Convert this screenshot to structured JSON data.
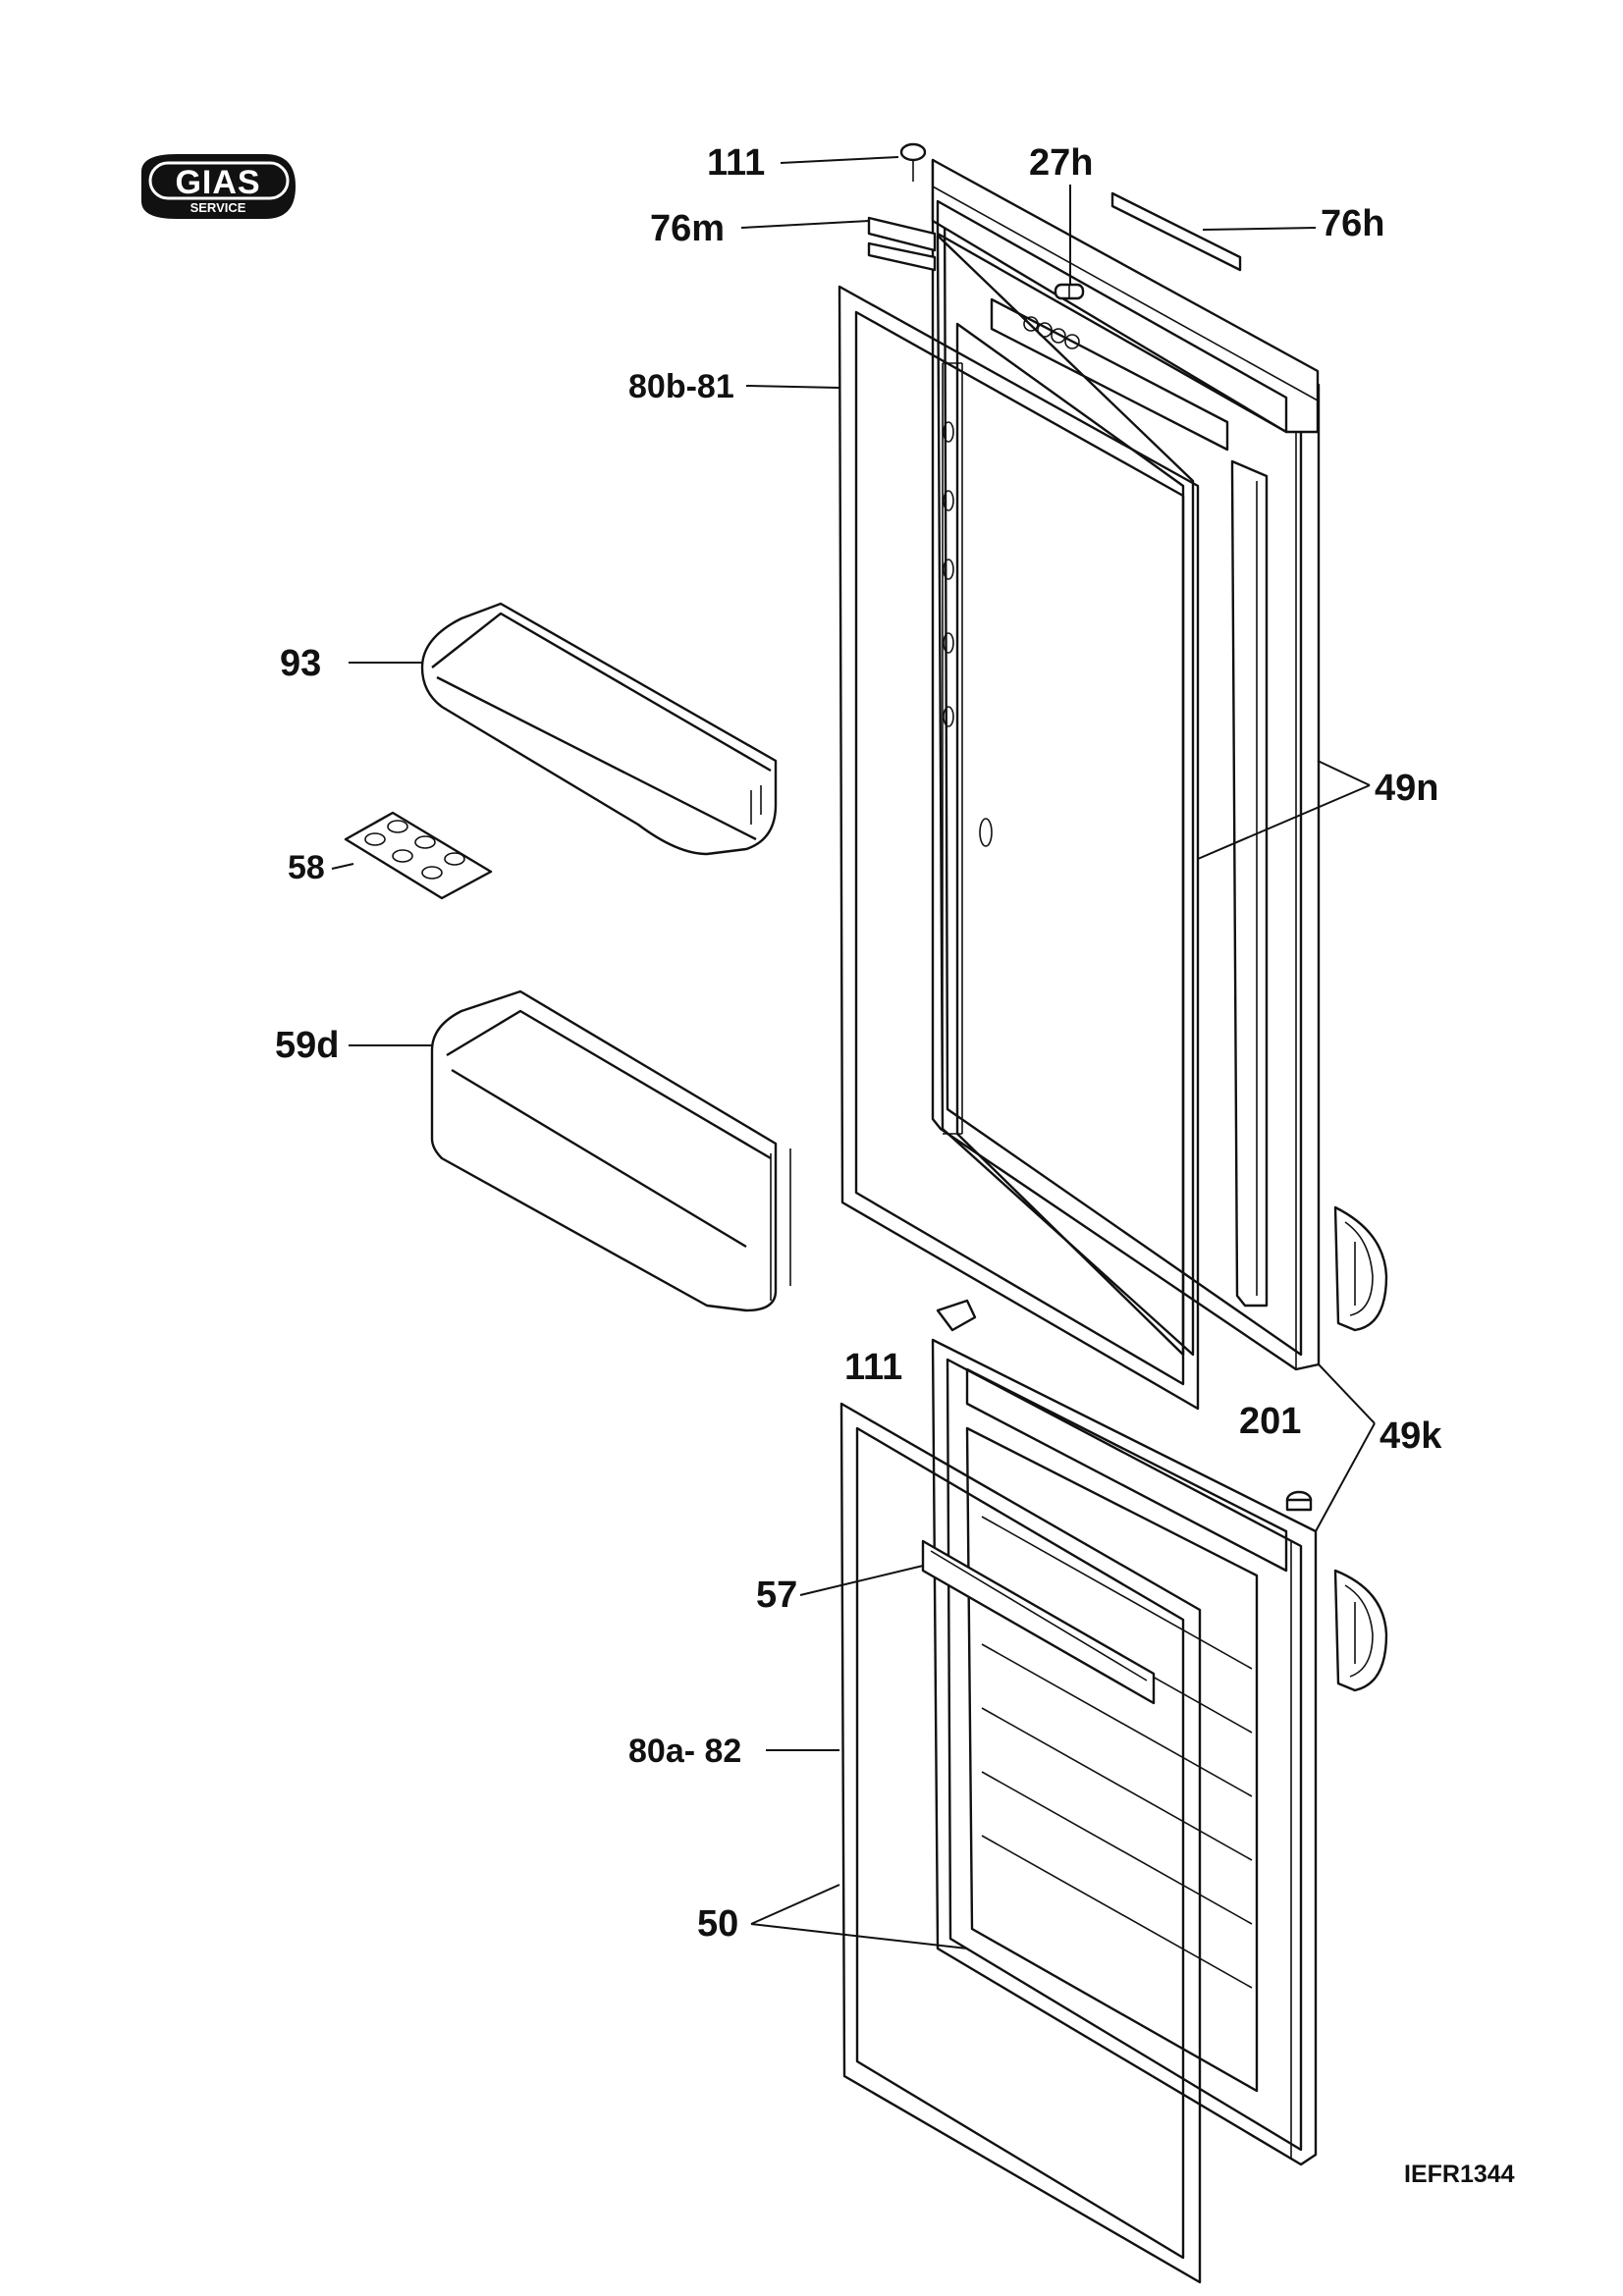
{
  "logo": {
    "brand": "GIAS",
    "tagline": "SERVICE"
  },
  "labels": {
    "p111_top": "111",
    "p27h": "27h",
    "p76m": "76m",
    "p76h": "76h",
    "p80b81": "80b-81",
    "p93": "93",
    "p49n": "49n",
    "p58": "58",
    "p59d": "59d",
    "p111_mid": "111",
    "p201": "201",
    "p49k": "49k",
    "p57": "57",
    "p80a82": "80a- 82",
    "p50": "50"
  },
  "drawing_code": "IEFR1344"
}
